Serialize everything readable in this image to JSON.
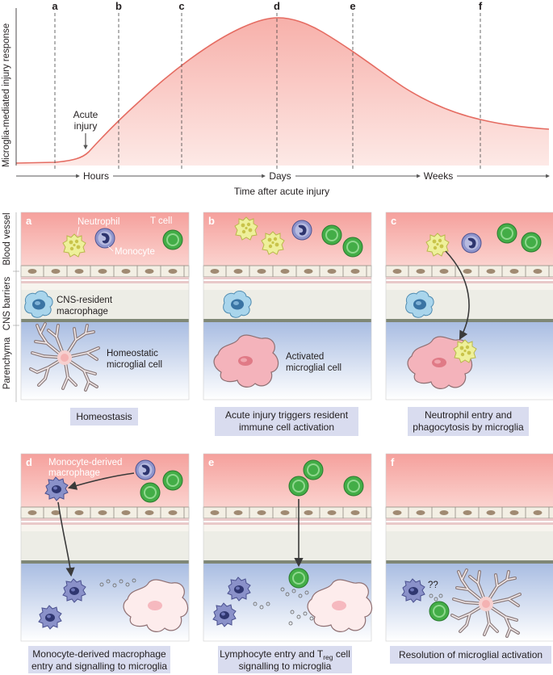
{
  "timeline": {
    "ylabel": "Microglia-mediated injury response",
    "xlabel": "Time after acute injury",
    "ticks": [
      "Hours",
      "Days",
      "Weeks"
    ],
    "stage_letters": [
      "a",
      "b",
      "c",
      "d",
      "e",
      "f"
    ],
    "annotation": "Acute injury"
  },
  "panel_labels": {
    "blood_vessel": "Blood vessel",
    "cns_barriers": "CNS barriers",
    "parenchyma": "Parenchyma"
  },
  "panels": [
    {
      "letter": "a",
      "labels": {
        "neutrophil": "Neutrophil",
        "monocyte": "Monocyte",
        "t_cell": "T cell",
        "macrophage_1": "CNS-resident",
        "macrophage_2": "macrophage",
        "microglia_1": "Homeostatic",
        "microglia_2": "microglial cell"
      },
      "caption": [
        "Homeostasis"
      ]
    },
    {
      "letter": "b",
      "labels": {
        "microglia_1": "Activated",
        "microglia_2": "microglial cell"
      },
      "caption": [
        "Acute injury triggers resident",
        "immune cell activation"
      ]
    },
    {
      "letter": "c",
      "caption": [
        "Neutrophil entry and",
        "phagocytosis by microglia"
      ]
    },
    {
      "letter": "d",
      "labels": {
        "mdm_1": "Monocyte-derived",
        "mdm_2": "macrophage"
      },
      "caption": [
        "Monocyte-derived macrophage",
        "entry and signalling to  microglia"
      ]
    },
    {
      "letter": "e",
      "caption": [
        "Lymphocyte entry and T",
        "reg",
        " cell",
        "signalling to microglia"
      ]
    },
    {
      "letter": "f",
      "annotation": "??",
      "caption": [
        "Resolution of microglial activation"
      ]
    }
  ],
  "colors": {
    "curve_fill": "#f9c6c0",
    "curve_line": "#e8685e",
    "vessel": "#f4a3a0",
    "barrier": "#f0efe9",
    "parenchyma": "#b7c9e6",
    "neutrophil": "#dfe67a",
    "monocyte": "#7f86c4",
    "t_cell": "#48b84c",
    "microglia_activated": "#f2a9b3",
    "caption_box": "#d9dcef"
  }
}
